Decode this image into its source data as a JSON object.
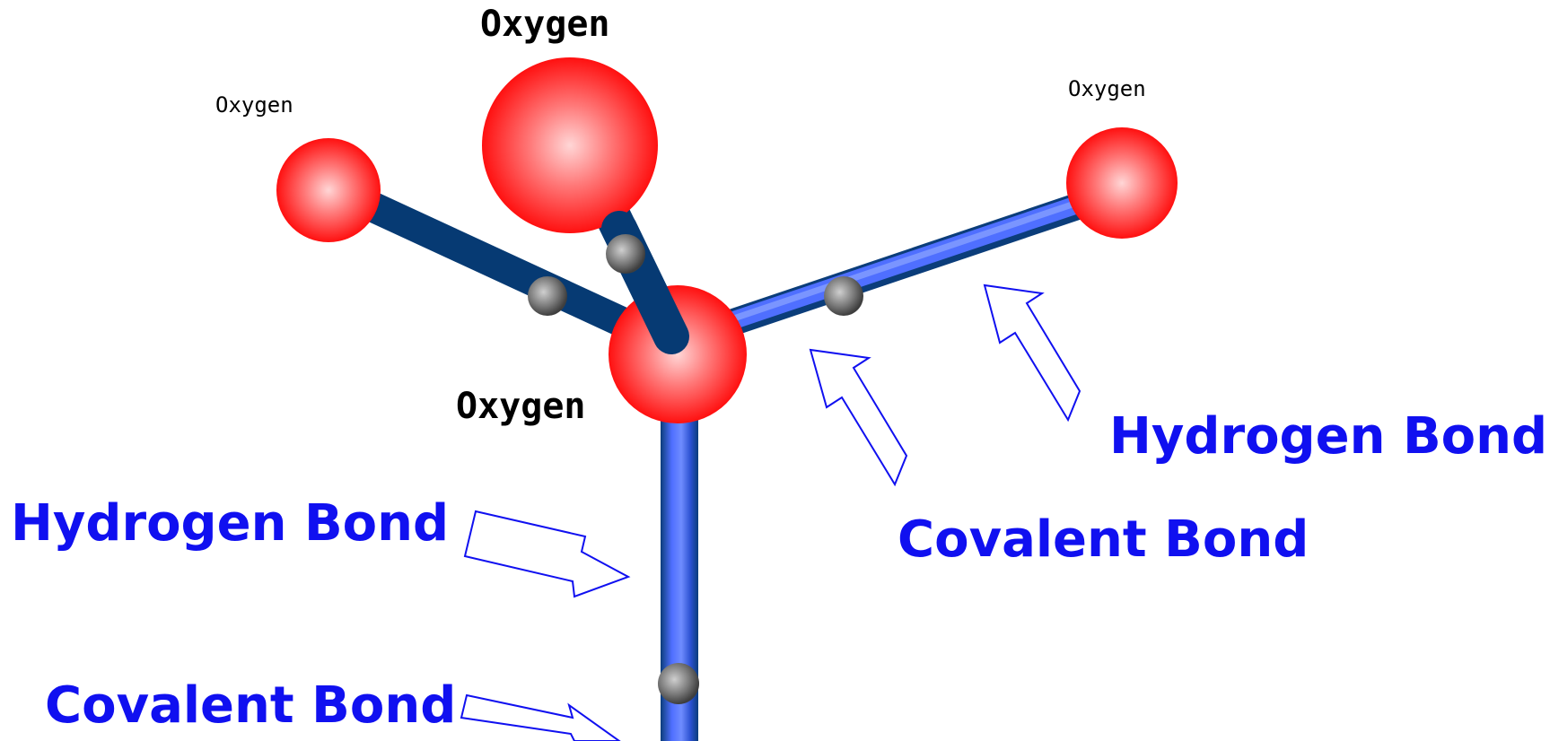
{
  "colors": {
    "background": "#ffffff",
    "atom": "#ff1a1a",
    "atom_highlight": "#ffd6d6",
    "bond_dark": "#063a73",
    "bond_light": "#5c7dff",
    "hydrogen": "#6e6e6e",
    "label_blue": "#1010f0",
    "arrow_outline": "#1010f0"
  },
  "atoms": {
    "center": {
      "element": "Oxygen",
      "label": "Oxygen"
    },
    "top": {
      "element": "Oxygen",
      "label": "Oxygen"
    },
    "left": {
      "element": "Oxygen",
      "label": "Oxygen"
    },
    "right": {
      "element": "Oxygen",
      "label": "Oxygen"
    }
  },
  "bonds": {
    "hydrogen_bond_label": "Hydrogen Bond",
    "covalent_bond_label": "Covalent Bond"
  },
  "icons": [
    "oxygen-atom",
    "hydrogen-atom",
    "bond-stick",
    "outline-arrow"
  ]
}
